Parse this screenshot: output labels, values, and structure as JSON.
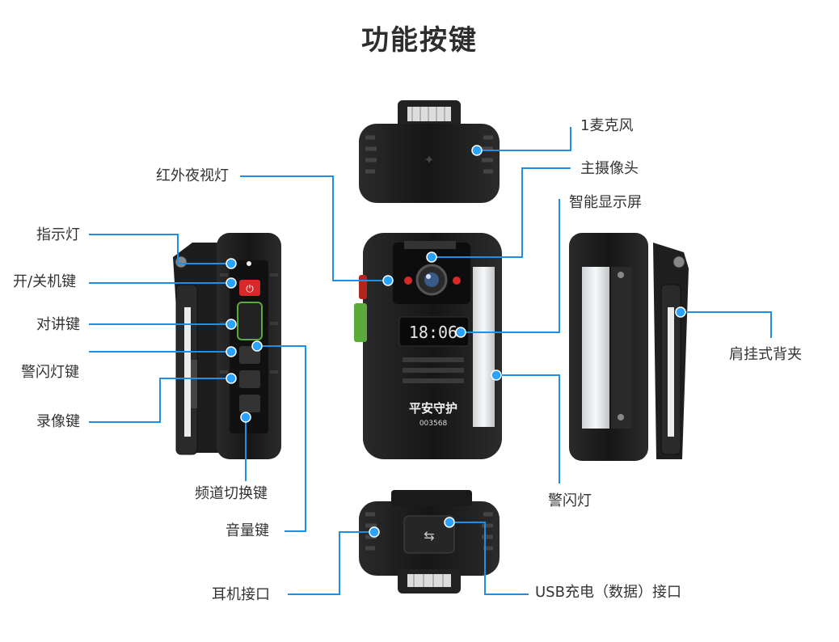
{
  "title": "功能按键",
  "device_screen": {
    "time": "18:06",
    "slogan": "平安守护",
    "serial": "003568"
  },
  "callouts": {
    "mic": "1麦克风",
    "main_camera": "主摄像头",
    "smart_display": "智能显示屏",
    "infrared_light": "红外夜视灯",
    "indicator": "指示灯",
    "power_key": "开/关机键",
    "ptt_key": "对讲键",
    "alarm_light_key": "警闪灯键",
    "record_key": "录像键",
    "channel_key": "频道切换键",
    "volume_key": "音量键",
    "shoulder_clip": "肩挂式背夹",
    "alarm_light": "警闪灯",
    "earphone_port": "耳机接口",
    "usb_port": "USB充电（数据）接口"
  },
  "colors": {
    "accent": "#1f8fe6",
    "dot": "#2aa2ff",
    "device": "#1a1a1a",
    "power_red": "#d62a2a",
    "ptt_green": "#5aaa3c"
  }
}
